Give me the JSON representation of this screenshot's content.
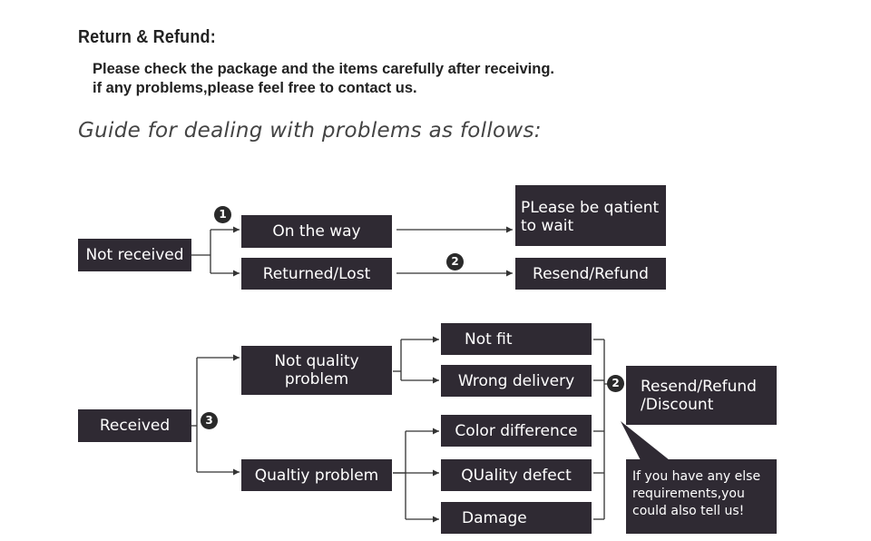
{
  "header": {
    "title": "Return & Refund:",
    "line1": "Please check the package and the items carefully after receiving.",
    "line2": "if any problems,please feel free to contact us.",
    "guide": "Guide for dealing with problems as follows:"
  },
  "flow": {
    "not_received": "Not received",
    "on_the_way": "On the way",
    "returned_lost": "Returned/Lost",
    "please_wait": "PLease be qatient\nto wait",
    "resend_refund": "Resend/Refund",
    "received": "Received",
    "not_quality": "Not quality\nproblem",
    "quality_problem": "Qualtiy problem",
    "not_fit": "Not fit",
    "wrong_delivery": "Wrong delivery",
    "color_difference": "Color difference",
    "quality_defect": "QUality defect",
    "damage": "Damage",
    "resend_refund_discount": "Resend/Refund\n/Discount",
    "note": "If you have any else\nrequirements,you\ncould also tell us!"
  },
  "badges": {
    "one": "1",
    "two": "2",
    "three": "3"
  },
  "colors": {
    "box": "#2f2a33",
    "line": "#333333",
    "text": "#222222"
  }
}
